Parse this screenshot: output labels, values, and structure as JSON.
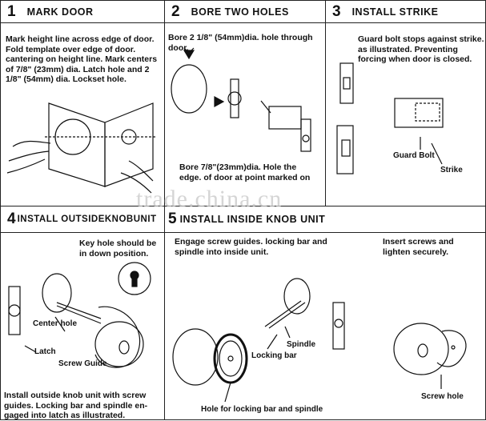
{
  "steps": [
    {
      "number": "1",
      "title": "MARK DOOR",
      "text": "Mark height line across edge of door. Fold template over edge of door. cantering on height line. Mark centers of 7/8\" (23mm) dia. Latch hole and 2 1/8\" (54mm) dia. Lockset hole."
    },
    {
      "number": "2",
      "title": "BORE TWO HOLES",
      "text_top": "Bore 2 1/8\" (54mm)dia. hole through door.",
      "text_bottom": "Bore 7/8\"(23mm)dia. Hole the edge. of door at point marked on"
    },
    {
      "number": "3",
      "title": "INSTALL STRIKE",
      "text": "Guard bolt stops against strike. as illustrated. Preventing forcing when door is closed.",
      "labels": {
        "guard_bolt": "Guard Bolt",
        "strike": "Strike"
      }
    },
    {
      "number": "4",
      "title": "INSTALL OUTSIDEKNOBUNIT",
      "text_top": "Key hole should be in down position.",
      "labels": {
        "center_hole": "Center hole",
        "latch": "Latch",
        "screw_guide": "Screw Guide"
      },
      "text_bottom": "Install outside knob unit with screw guides. Locking bar and spindle en-gaged into latch as illustrated."
    },
    {
      "number": "5",
      "title": "INSTALL INSIDE KNOB UNIT",
      "text_left": "Engage screw guides. locking bar and spindle into inside unit.",
      "text_right": "Insert screws and lighten securely.",
      "labels": {
        "spindle": "Spindle",
        "locking_bar": "Locking bar",
        "hole": "Hole for locking bar and spindle",
        "screw_hole": "Screw hole"
      }
    }
  ],
  "watermark": "trade.china.cn"
}
